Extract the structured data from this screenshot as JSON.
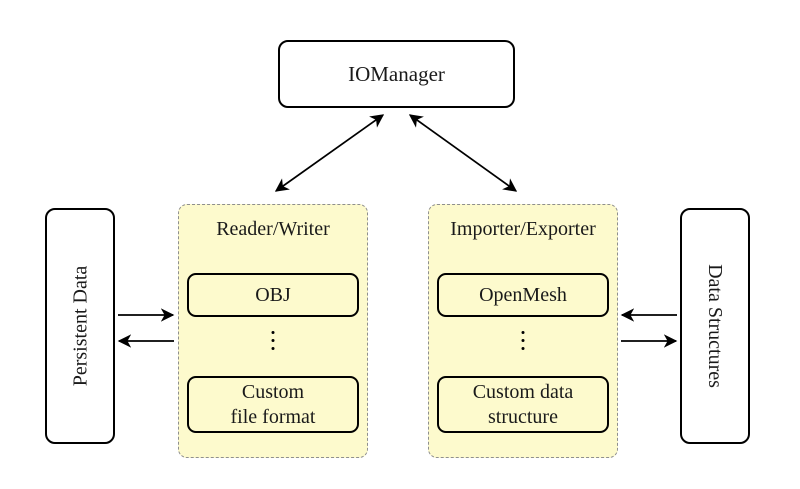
{
  "diagram": {
    "colors": {
      "background": "#ffffff",
      "group_fill": "#fdfacd",
      "group_dash": "#8f8f8f",
      "node_border": "#000000",
      "arrow": "#000000"
    },
    "nodes": {
      "iomanager": "IOManager",
      "persistent_data": "Persistent Data",
      "data_structures": "Data Structures"
    },
    "groups": {
      "reader_writer": {
        "title": "Reader/Writer",
        "items": [
          "OBJ",
          "Custom\nfile format"
        ]
      },
      "importer_exporter": {
        "title": "Importer/Exporter",
        "items": [
          "OpenMesh",
          "Custom data\nstructure"
        ]
      }
    },
    "connections": [
      "IOManager <-> Reader/Writer",
      "IOManager <-> Importer/Exporter",
      "Persistent Data -> Reader/Writer",
      "Reader/Writer -> Persistent Data",
      "Data Structures -> Importer/Exporter",
      "Importer/Exporter -> Data Structures"
    ]
  }
}
